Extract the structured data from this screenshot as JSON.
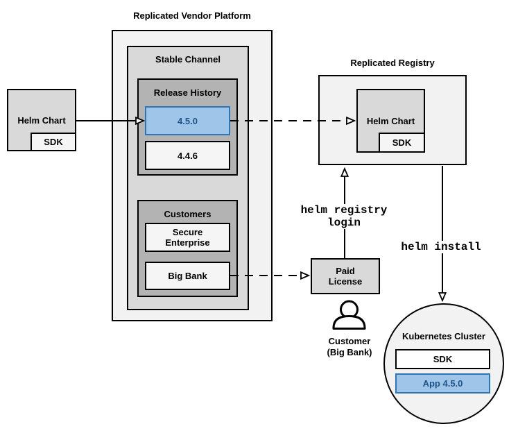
{
  "colors": {
    "canvas_bg": "#ffffff",
    "container_fill": "#f2f2f2",
    "panel_fill": "#d9d9d9",
    "group_fill": "#b3b3b3",
    "item_fill": "#f5f5f5",
    "white_fill": "#ffffff",
    "highlight_fill": "#9fc5e8",
    "highlight_border": "#2e75b6",
    "highlight_text": "#1f538a",
    "line_color": "#000000"
  },
  "platform": {
    "title": "Replicated Vendor Platform",
    "stable_channel": {
      "label": "Stable Channel",
      "release_history": {
        "label": "Release History",
        "releases": [
          {
            "version": "4.5.0",
            "highlighted": true
          },
          {
            "version": "4.4.6",
            "highlighted": false
          }
        ]
      },
      "customers": {
        "label": "Customers",
        "items": [
          {
            "name": "Secure\nEnterprise"
          },
          {
            "name": "Big Bank"
          }
        ]
      }
    }
  },
  "source": {
    "label": "Helm Chart",
    "sdk": "SDK"
  },
  "registry": {
    "title": "Replicated Registry",
    "chart_label": "Helm Chart",
    "sdk": "SDK"
  },
  "license": {
    "label": "Paid\nLicense"
  },
  "customer": {
    "label": "Customer\n(Big Bank)"
  },
  "commands": {
    "registry_login": "helm registry login",
    "install": "helm install"
  },
  "cluster": {
    "title": "Kubernetes Cluster",
    "sdk": "SDK",
    "app": "App 4.5.0"
  }
}
